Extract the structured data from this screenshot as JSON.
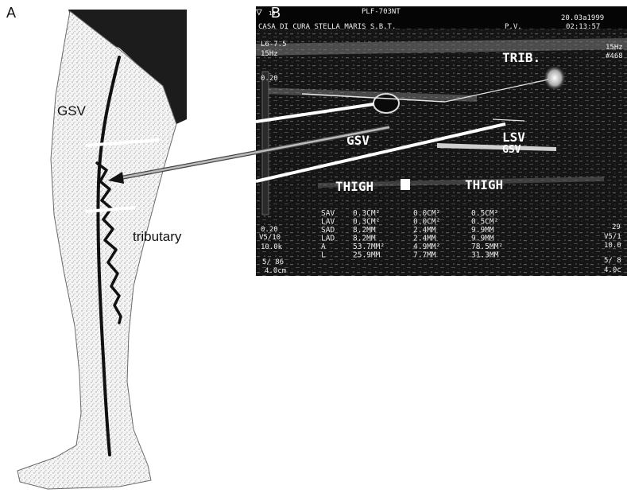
{
  "panels": {
    "a": {
      "label": "A"
    },
    "b": {
      "label": "B"
    }
  },
  "leg": {
    "gsv_label": "GSV",
    "tributary_label": "tributary"
  },
  "ultrasound": {
    "model": "PLF-703NT",
    "date": "20.03a1999",
    "clinic": "CASA DI CURA STELLA MARIS S.B.T.",
    "pv": "P.V.",
    "time": "02:13:57",
    "probe": "L6-7.5",
    "freq": "15Hz",
    "freq_right": "15Hz",
    "code_right": "#468",
    "scale_top": "0.20",
    "trib_label": "TRIB.",
    "gsv_label": "GSV",
    "lsv_label": "LSV",
    "gsv_right_label": "GSV",
    "thigh_left": "THIGH",
    "thigh_right": "THIGH",
    "scale_bottom": "0.20",
    "v_left": "V5/10",
    "k_left": "10.0k",
    "depth_left": "5/ 86",
    "cm_left": "4.0cm",
    "num_right": "29",
    "v_right": "V5/1",
    "k_right": "10.0",
    "depth_right": "5/ 8",
    "cm_right": "4.0c",
    "measurements": [
      {
        "name": "SAV",
        "c1": "0.3CM²",
        "c2": "0.0CM²",
        "c3": "0.5CM²"
      },
      {
        "name": "LAV",
        "c1": "0.3CM²",
        "c2": "0.0CM²",
        "c3": "0.5CM²"
      },
      {
        "name": "SAD",
        "c1": "8.2MM",
        "c2": "2.4MM",
        "c3": "9.9MM"
      },
      {
        "name": "LAD",
        "c1": "8.2MM",
        "c2": "2.4MM",
        "c3": "9.9MM"
      },
      {
        "name": "A",
        "c1": "53.7MM²",
        "c2": "4.9MM²",
        "c3": "78.5MM²"
      },
      {
        "name": "L",
        "c1": "25.9MM",
        "c2": "7.7MM",
        "c3": "31.3MM"
      }
    ]
  }
}
